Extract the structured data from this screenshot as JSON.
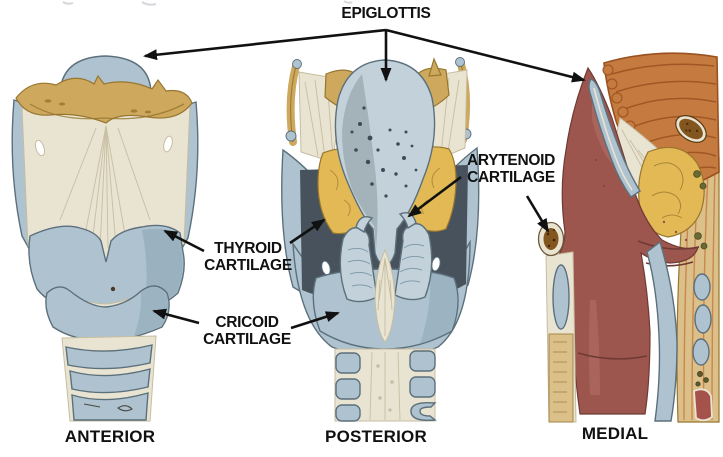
{
  "palette": {
    "background": "#ffffff",
    "label_text": "#111111",
    "arrow_black": "#111111",
    "cartilage_blue": "#aec3cf",
    "cartilage_blue_light": "#c3d2da",
    "cartilage_blue_dark": "#839dac",
    "outline_slate": "#5c707c",
    "dark_interior": "#47525d",
    "hyoid_tan": "#cda85d",
    "hyoid_tan_light": "#dcc08a",
    "hyoid_tan_dark": "#97762f",
    "cream": "#e9e4d2",
    "cream_shadow": "#c6bda1",
    "fat_yellow": "#e2b954",
    "muscle_orange": "#c57a40",
    "muscle_orange_dark": "#99521f",
    "mucosa_maroon": "#9c564e",
    "mucosa_maroon_dark": "#6f3a34",
    "bone_brown": "#84561f",
    "blood_red": "#a5524a"
  },
  "annotations": {
    "epiglottis": {
      "label": "EPIGLOTTIS"
    },
    "thyroid": {
      "label": "THYROID CARTILAGE"
    },
    "cricoid": {
      "label": "CRICOID CARTILAGE"
    },
    "arytenoid": {
      "label": "ARYTENOID CARTILAGE"
    }
  },
  "views": [
    {
      "name": "anterior",
      "caption": "ANTERIOR"
    },
    {
      "name": "posterior",
      "caption": "POSTERIOR"
    },
    {
      "name": "medial",
      "caption": "MEDIAL"
    }
  ]
}
